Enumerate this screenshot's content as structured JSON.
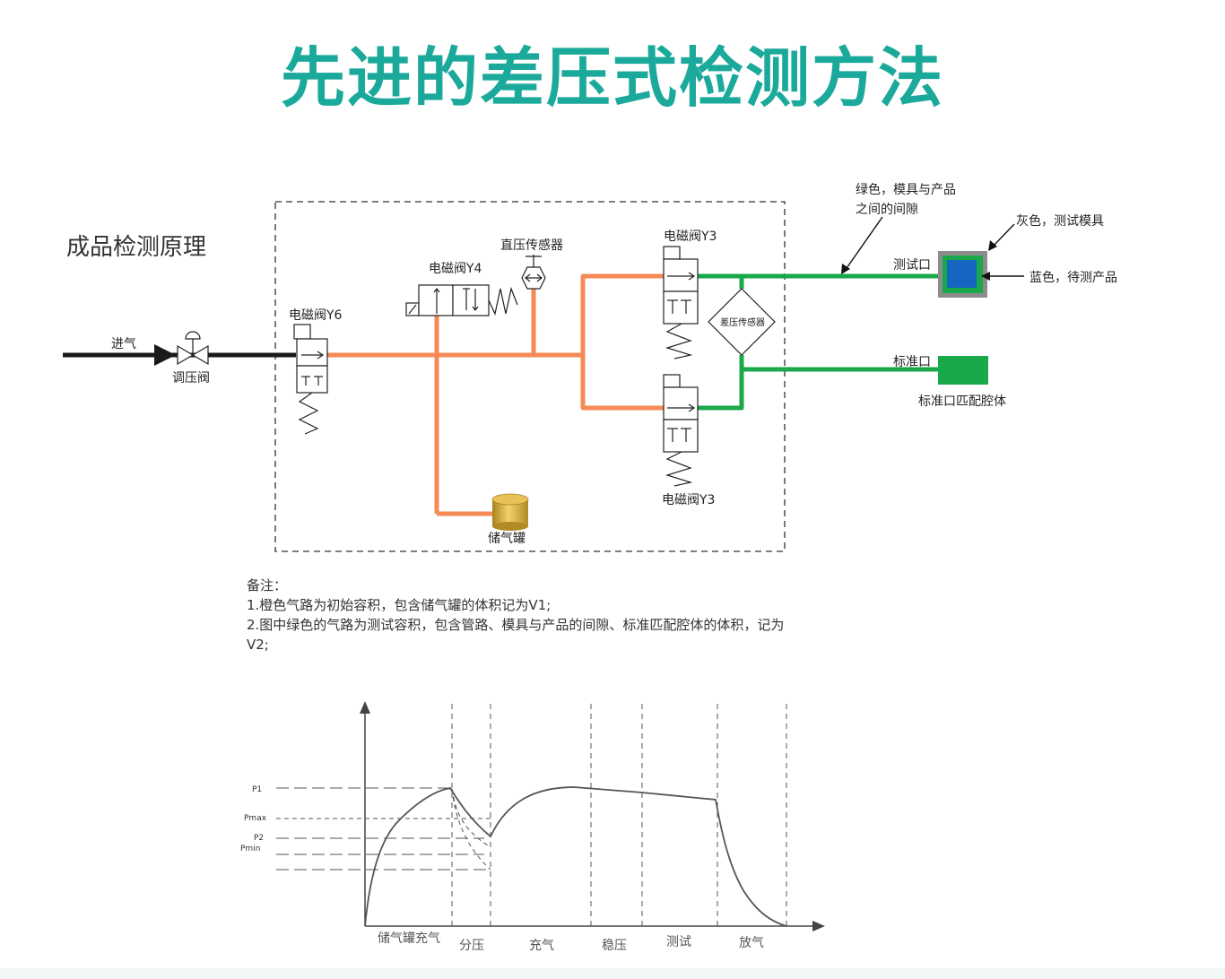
{
  "header": {
    "title": "先进的差压式检测方法",
    "title_color": "#1aa99a"
  },
  "diagram": {
    "subtitle": "成品检测原理",
    "labels": {
      "inlet": "进气",
      "regulator": "调压阀",
      "valve_y6": "电磁阀Y6",
      "valve_y4": "电磁阀Y4",
      "pressure_sensor": "直压传感器",
      "valve_y3_top": "电磁阀Y3",
      "valve_y3_bottom": "电磁阀Y3",
      "diff_sensor": "差压传感器",
      "tank": "储气罐",
      "green_note_line1": "绿色，模具与产品",
      "green_note_line2": "之间的间隙",
      "gray_note": "灰色，测试模具",
      "blue_note": "蓝色，待测产品",
      "test_port": "测试口",
      "standard_port": "标准口",
      "standard_cavity": "标准口匹配腔体"
    },
    "colors": {
      "orange": "#f58a56",
      "green": "#19a94a",
      "black": "#1a1a1a",
      "gray": "#8c8c8c",
      "blue": "#1665c1",
      "tank_gold": "#c9a338"
    }
  },
  "notes": {
    "heading": "备注：",
    "line1": "1.橙色气路为初始容积，包含储气罐的体积记为V1;",
    "line2": "2.图中绿色的气路为测试容积，包含管路、模具与产品的间隙、标准匹配腔体的体积，记为",
    "line3": "V2;"
  },
  "chart_data": {
    "type": "line",
    "title": "",
    "y_tick_labels": [
      "P1",
      "Pmax",
      "P2",
      "Pmin"
    ],
    "phases": [
      "储气罐充气",
      "分压",
      "充气",
      "稳压",
      "测试",
      "放气"
    ],
    "series": [
      {
        "name": "",
        "points": [
          [
            0,
            0
          ],
          [
            0.1,
            0.45
          ],
          [
            0.4,
            0.8
          ],
          [
            1,
            1
          ],
          [
            1.5,
            0.69
          ],
          [
            2,
            0.93
          ],
          [
            3,
            0.97
          ],
          [
            4,
            0.95
          ],
          [
            5,
            0.91
          ],
          [
            5.3,
            0.55
          ],
          [
            5.7,
            0.1
          ],
          [
            6,
            0
          ]
        ]
      }
    ]
  }
}
